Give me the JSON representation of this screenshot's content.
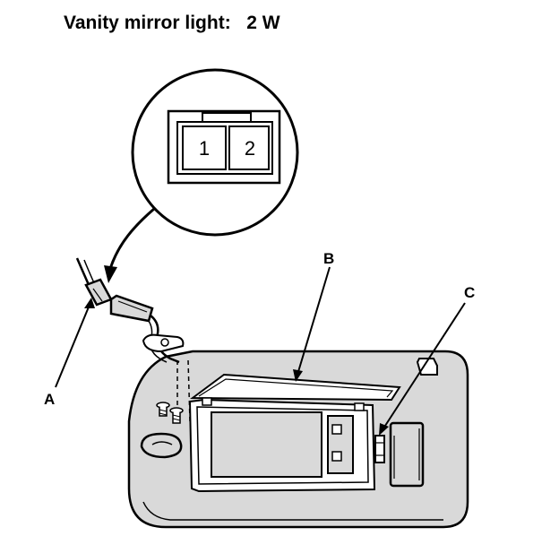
{
  "header": {
    "title": "Vanity mirror light:   2 W"
  },
  "connector": {
    "pins": [
      "1",
      "2"
    ]
  },
  "callouts": {
    "a": "A",
    "b": "B",
    "c": "C"
  },
  "colors": {
    "ink": "#000000",
    "background": "#ffffff",
    "fill": "#d9d9d9"
  }
}
